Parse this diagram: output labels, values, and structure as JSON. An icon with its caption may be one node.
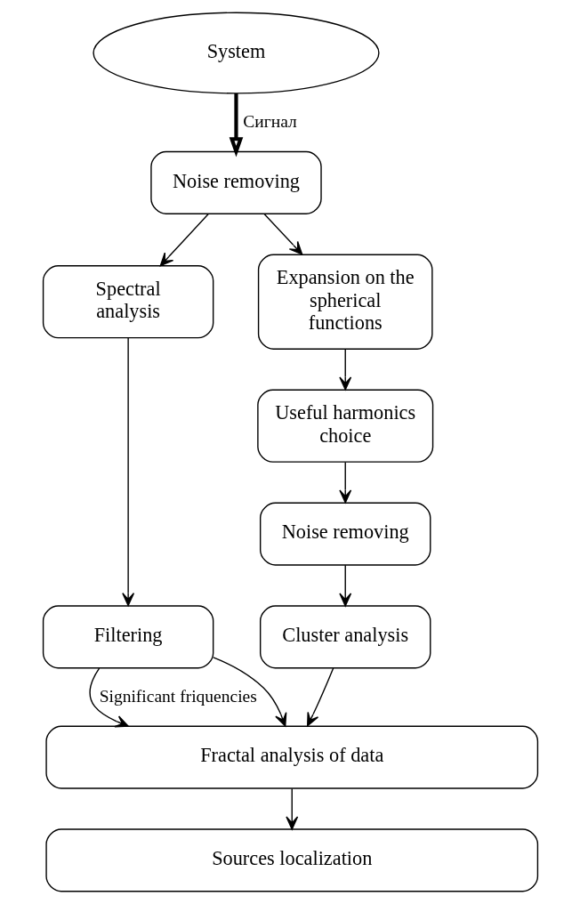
{
  "diagram": {
    "nodes": [
      {
        "text": [
          "System"
        ]
      },
      {
        "text": [
          "Noise removing"
        ]
      },
      {
        "text": [
          "Spectral analysis"
        ]
      },
      {
        "text": [
          "Expansion on the spherical functions"
        ]
      },
      {
        "text": [
          "Filtering"
        ]
      },
      {
        "text": [
          "Useful harmonics choice"
        ]
      },
      {
        "text": [
          "Noise removing"
        ]
      },
      {
        "text": [
          "Cluster analysis"
        ]
      },
      {
        "text": [
          "Fractal analysis of data"
        ]
      },
      {
        "text": [
          "Sources localization"
        ]
      }
    ],
    "edges": [
      {
        "from": 0,
        "to": 1,
        "arrow": "to",
        "label": "Сигнал",
        "style": "thick"
      },
      {
        "from": 1,
        "to": 2,
        "arrow": "to"
      },
      {
        "from": 1,
        "to": 3,
        "arrow": "to"
      },
      {
        "from": 2,
        "to": 4,
        "arrow": "to"
      },
      {
        "from": 3,
        "to": 5,
        "arrow": "to"
      },
      {
        "from": 5,
        "to": 6,
        "arrow": "to"
      },
      {
        "from": 6,
        "to": 7,
        "arrow": "to"
      },
      {
        "from": 4,
        "to": 8,
        "arrow": "to",
        "label": "Significant friquencies"
      },
      {
        "from": 4,
        "to": 8,
        "arrow": "to"
      },
      {
        "from": 7,
        "to": 8,
        "arrow": "to"
      },
      {
        "from": 8,
        "to": 9,
        "arrow": "to"
      }
    ]
  }
}
